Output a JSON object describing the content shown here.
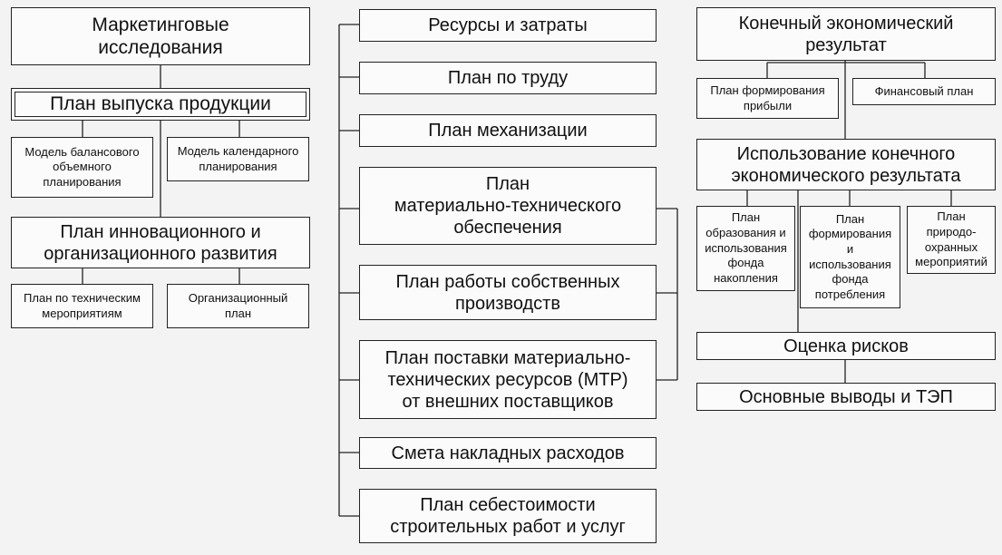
{
  "left": {
    "marketing": "Маркетинговые\nисследования",
    "production_plan": "План выпуска продукции",
    "balance_model": "Модель балансового\nобъемного\nпланирования",
    "calendar_model": "Модель календарного\nпланирования",
    "innovation_plan": "План инновационного и\nорганизационного развития",
    "technical_measures": "План по техническим\nмероприятиям",
    "organizational_plan": "Организационный\nплан"
  },
  "middle": {
    "resources": "Ресурсы и затраты",
    "labor_plan": "План по труду",
    "mechanization_plan": "План механизации",
    "mts_plan": "План\nматериально-технического\nобеспечения",
    "own_production_plan": "План работы собственных\nпроизводств",
    "supply_plan": "План поставки материально-\nтехнических ресурсов (МТР)\nот внешних поставщиков",
    "overhead_estimate": "Смета накладных расходов",
    "cost_plan": "План себестоимости\nстроительных работ и услуг"
  },
  "right": {
    "final_result": "Конечный экономический\nрезультат",
    "profit_plan": "План формирования\nприбыли",
    "financial_plan": "Финансовый план",
    "result_usage": "Использование конечного\nэкономического результата",
    "accumulation_fund": "План\nобразования и\nиспользования\nфонда\nнакопления",
    "consumption_fund": "План\nформирования\nи\nиспользования\nфонда\nпотребления",
    "nature_protection": "План\nприродо-\nохранных\nмероприятий",
    "risk_assessment": "Оценка рисков",
    "conclusions": "Основные выводы и ТЭП"
  }
}
